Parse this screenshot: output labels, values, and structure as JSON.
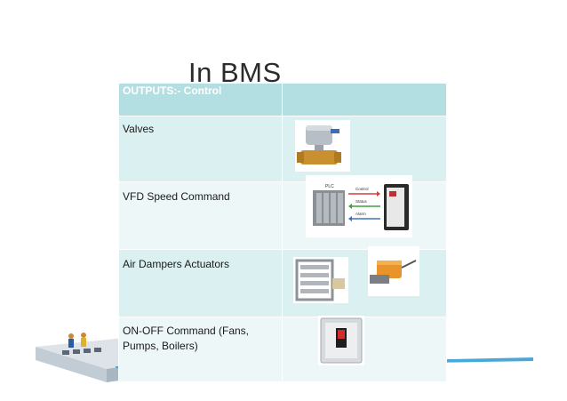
{
  "slide": {
    "title": "In BMS"
  },
  "table": {
    "header": "OUTPUTS:- Control",
    "rows": [
      {
        "label": "Valves",
        "image": "motorized-valve-image"
      },
      {
        "label": "VFD Speed Command",
        "image": "plc-vfd-diagram",
        "diagram": {
          "plc": "PLC",
          "control": "Control",
          "status": "Status",
          "alarm": "Alarm"
        }
      },
      {
        "label": "Air Dampers Actuators",
        "image": "damper-and-actuator-images"
      },
      {
        "label": "ON-OFF Command (Fans,\nPumps, Boilers)",
        "image": "on-off-switch-image"
      }
    ]
  },
  "colors": {
    "header_bg": "#b4dfe2",
    "row_dark": "#dbf0f1",
    "row_light": "#eef7f8"
  }
}
